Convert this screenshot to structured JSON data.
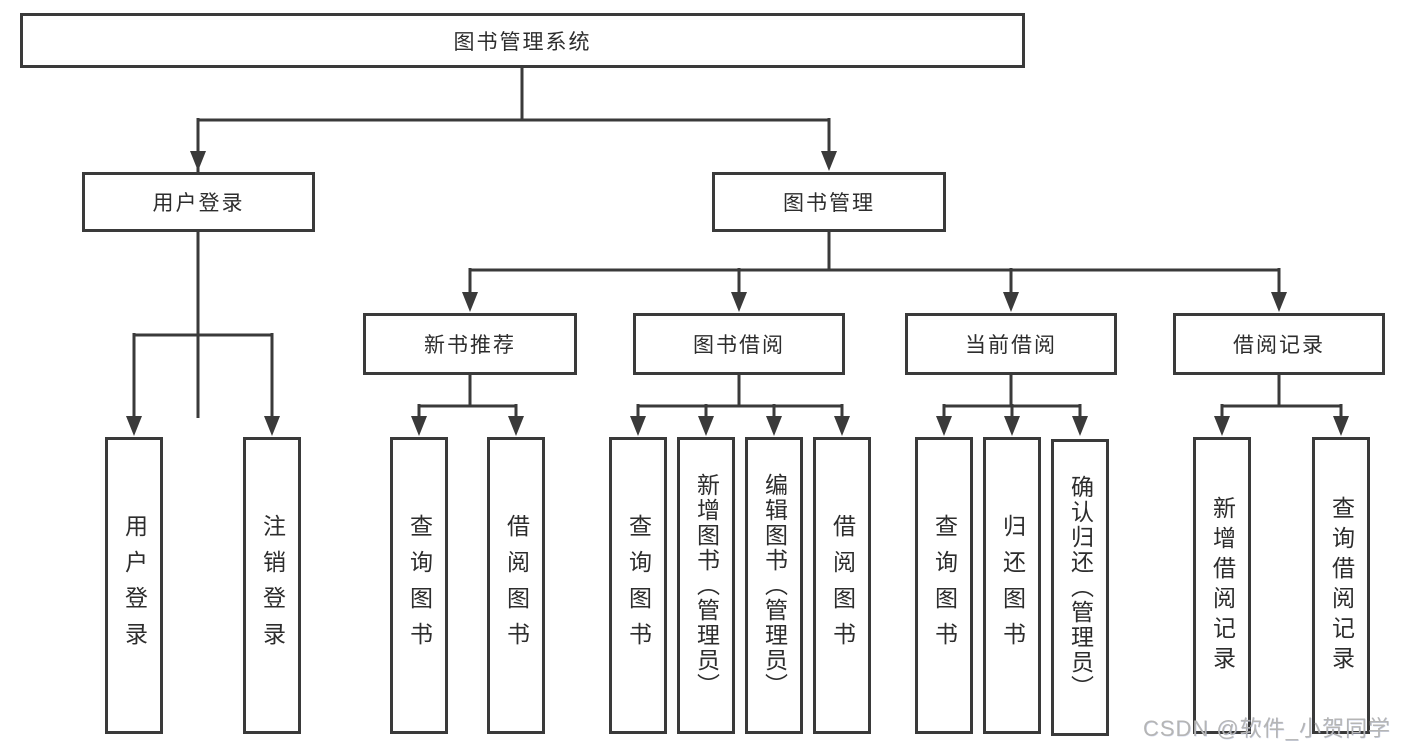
{
  "tree": {
    "label": "图书管理系统",
    "children": [
      {
        "label": "用户登录",
        "children": [
          {
            "label": "用户登录"
          },
          {
            "label": "注销登录"
          }
        ]
      },
      {
        "label": "图书管理",
        "children": [
          {
            "label": "新书推荐",
            "children": [
              {
                "label": "查询图书"
              },
              {
                "label": "借阅图书"
              }
            ]
          },
          {
            "label": "图书借阅",
            "children": [
              {
                "label": "查询图书"
              },
              {
                "label": "新增图书（管理员）"
              },
              {
                "label": "编辑图书（管理员）"
              },
              {
                "label": "借阅图书"
              }
            ]
          },
          {
            "label": "当前借阅",
            "children": [
              {
                "label": "查询图书"
              },
              {
                "label": "归还图书"
              },
              {
                "label": "确认归还（管理员）"
              }
            ]
          },
          {
            "label": "借阅记录",
            "children": [
              {
                "label": "新增借阅记录"
              },
              {
                "label": "查询借阅记录"
              }
            ]
          }
        ]
      }
    ]
  },
  "watermark": "CSDN @软件_小贺同学",
  "colors": {
    "line": "#3a3a3a",
    "text": "#2d2d2d",
    "background": "#ffffff",
    "watermark": "#b5b5b5"
  }
}
